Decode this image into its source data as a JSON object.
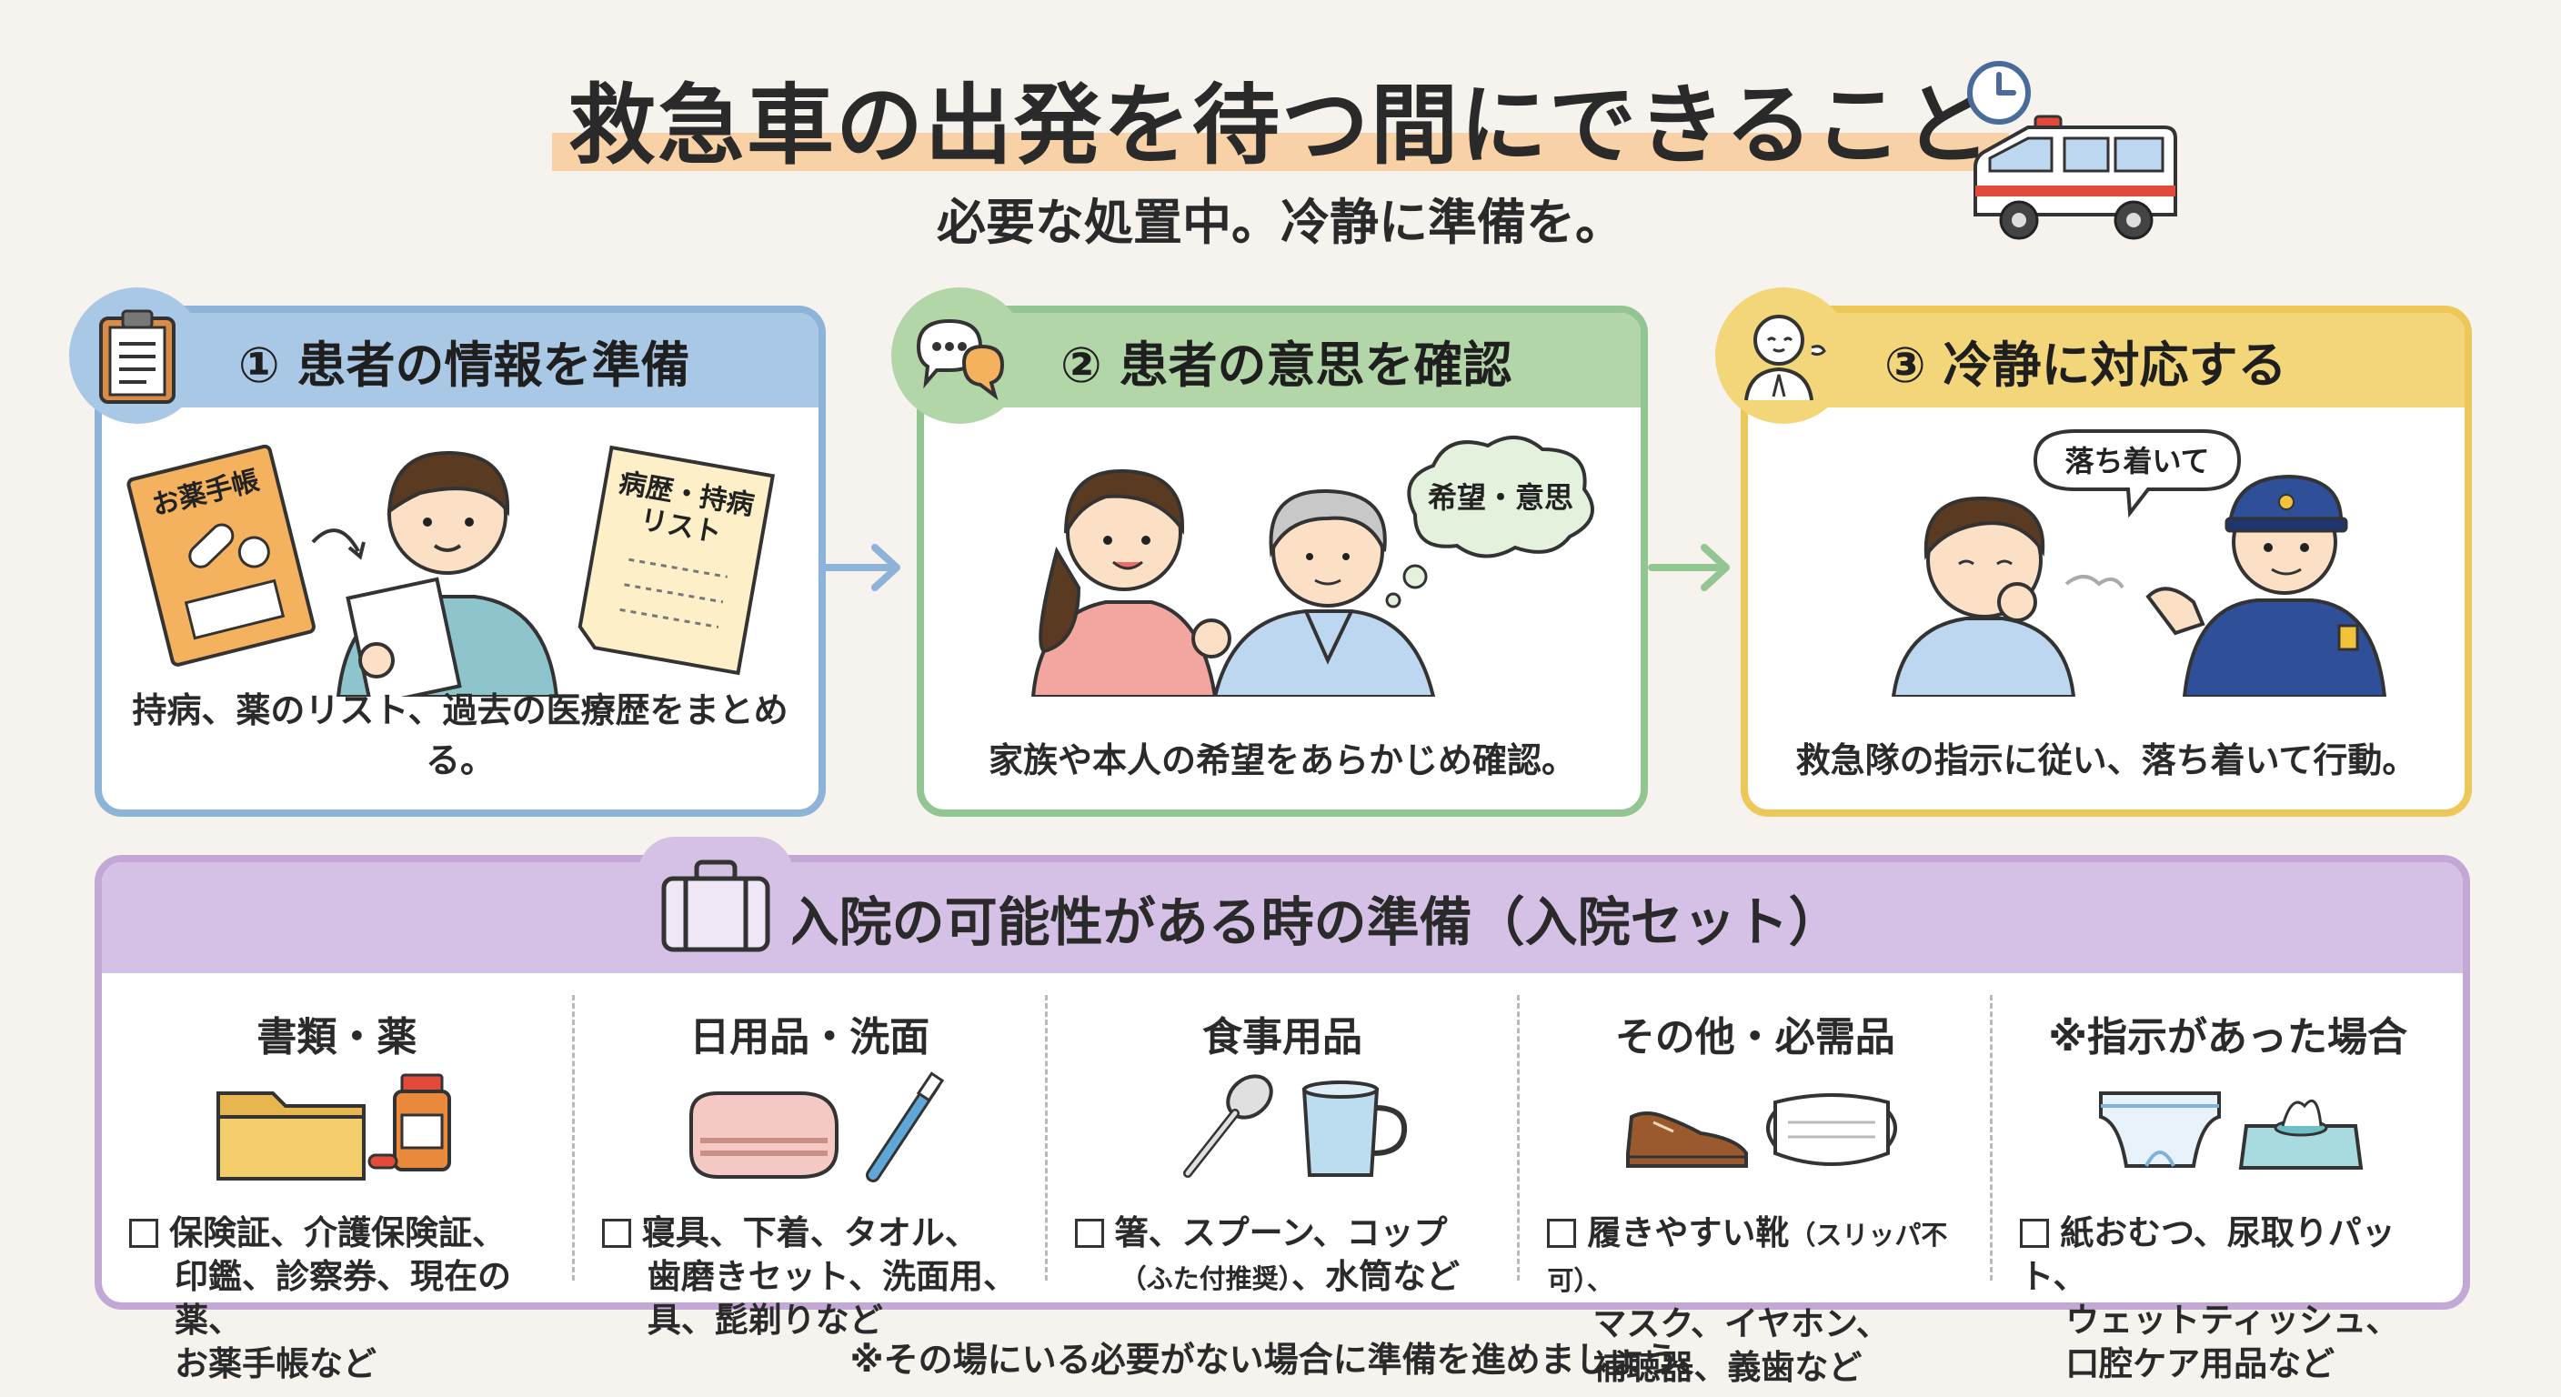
{
  "title": "救急車の出発を待つ間にできること",
  "subtitle": "必要な処置中。冷静に準備を。",
  "cards": [
    {
      "title": "① 患者の情報を準備",
      "caption": "持病、薬のリスト、過去の医療歴をまとめる。",
      "illustration_labels": [
        "お薬手帳",
        "病歴・持病",
        "リスト"
      ]
    },
    {
      "title": "② 患者の意思を確認",
      "caption": "家族や本人の希望をあらかじめ確認。",
      "illustration_labels": [
        "希望・意思"
      ]
    },
    {
      "title": "③ 冷静に対応する",
      "caption": "救急隊の指示に従い、落ち着いて行動。",
      "illustration_labels": [
        "落ち着いて"
      ]
    }
  ],
  "kit": {
    "title": "④ 入院の可能性がある時の準備（入院セット）",
    "columns": [
      {
        "title": "書類・薬",
        "line1": "保険証、介護保険証、",
        "line2": "印鑑、診察券、現在の薬、",
        "line3": "お薬手帳など"
      },
      {
        "title": "日用品・洗面",
        "line1": "寝具、下着、タオル、",
        "line2": "歯磨きセット、洗面用、",
        "line3": "具、髭剃りなど"
      },
      {
        "title": "食事用品",
        "line1": "箸、スプーン、コップ",
        "line2a": "（ふた付推奨）",
        "line2b": "、水筒など"
      },
      {
        "title": "その他・必需品",
        "line1a": "履きやすい靴",
        "line1b": "（スリッパ不可）、",
        "line2": "マスク、イヤホン、",
        "line3": "補聴器、義歯など"
      },
      {
        "title": "※指示があった場合",
        "line1": "紙おむつ、尿取りパット、",
        "line2": "ウェットティッシュ、",
        "line3": "口腔ケア用品など"
      }
    ]
  },
  "footnote": "※その場にいる必要がない場合に準備を進めましょう。",
  "colors": {
    "blue": "#a9c8e6",
    "green": "#b2d6a7",
    "yellow": "#f3d67a",
    "purple": "#d6c1e6",
    "highlight": "#f8d2a6"
  },
  "icons": [
    "clock-icon",
    "ambulance-icon",
    "clipboard-icon",
    "speech-bubbles-icon",
    "calm-person-icon",
    "suitcase-icon",
    "arrow-right-icon"
  ]
}
